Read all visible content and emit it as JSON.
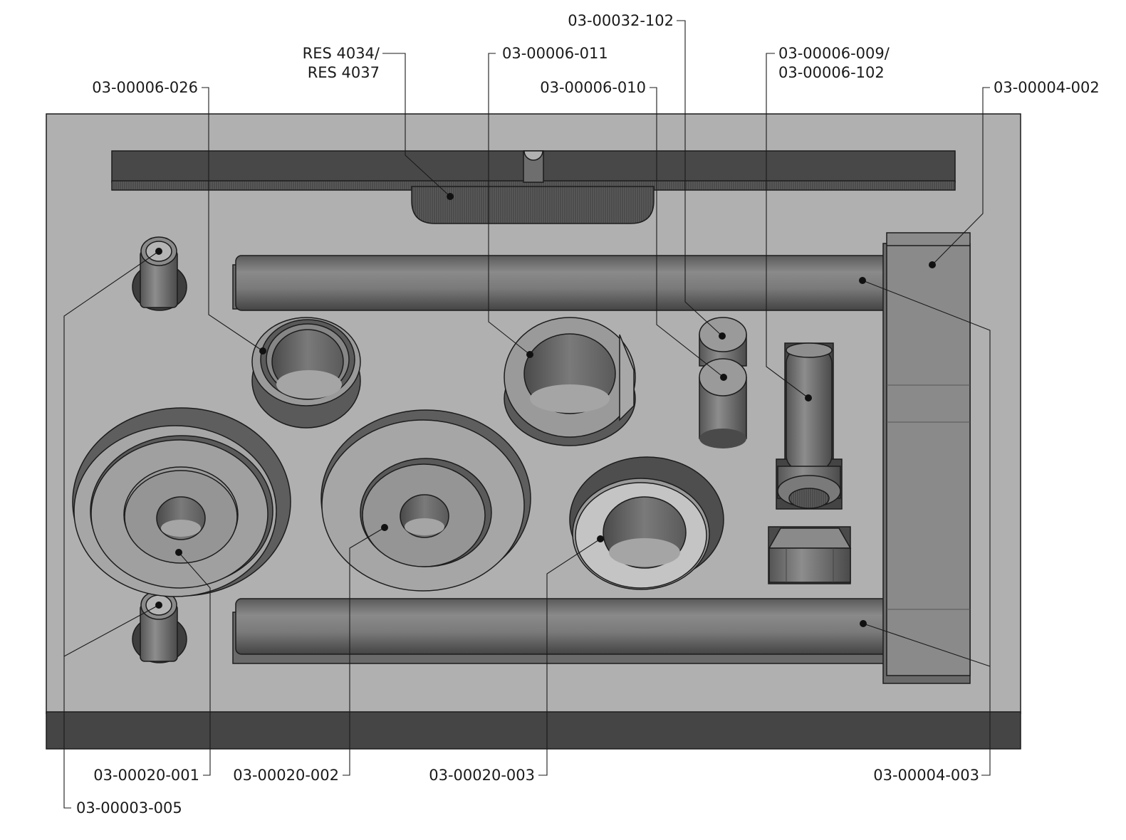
{
  "parts": {
    "p_03_00006_026": "03-00006-026",
    "p_res_line1": "RES 4034/",
    "p_res_line2": "RES 4037",
    "p_03_00006_011": "03-00006-011",
    "p_03_00032_102": "03-00032-102",
    "p_03_00006_010": "03-00006-010",
    "p_03_00006_009_line1": "03-00006-009/",
    "p_03_00006_009_line2": "03-00006-102",
    "p_03_00004_002": "03-00004-002",
    "p_03_00020_001": "03-00020-001",
    "p_03_00020_002": "03-00020-002",
    "p_03_00020_003": "03-00020-003",
    "p_03_00004_003": "03-00004-003",
    "p_03_00003_005": "03-00003-005"
  }
}
